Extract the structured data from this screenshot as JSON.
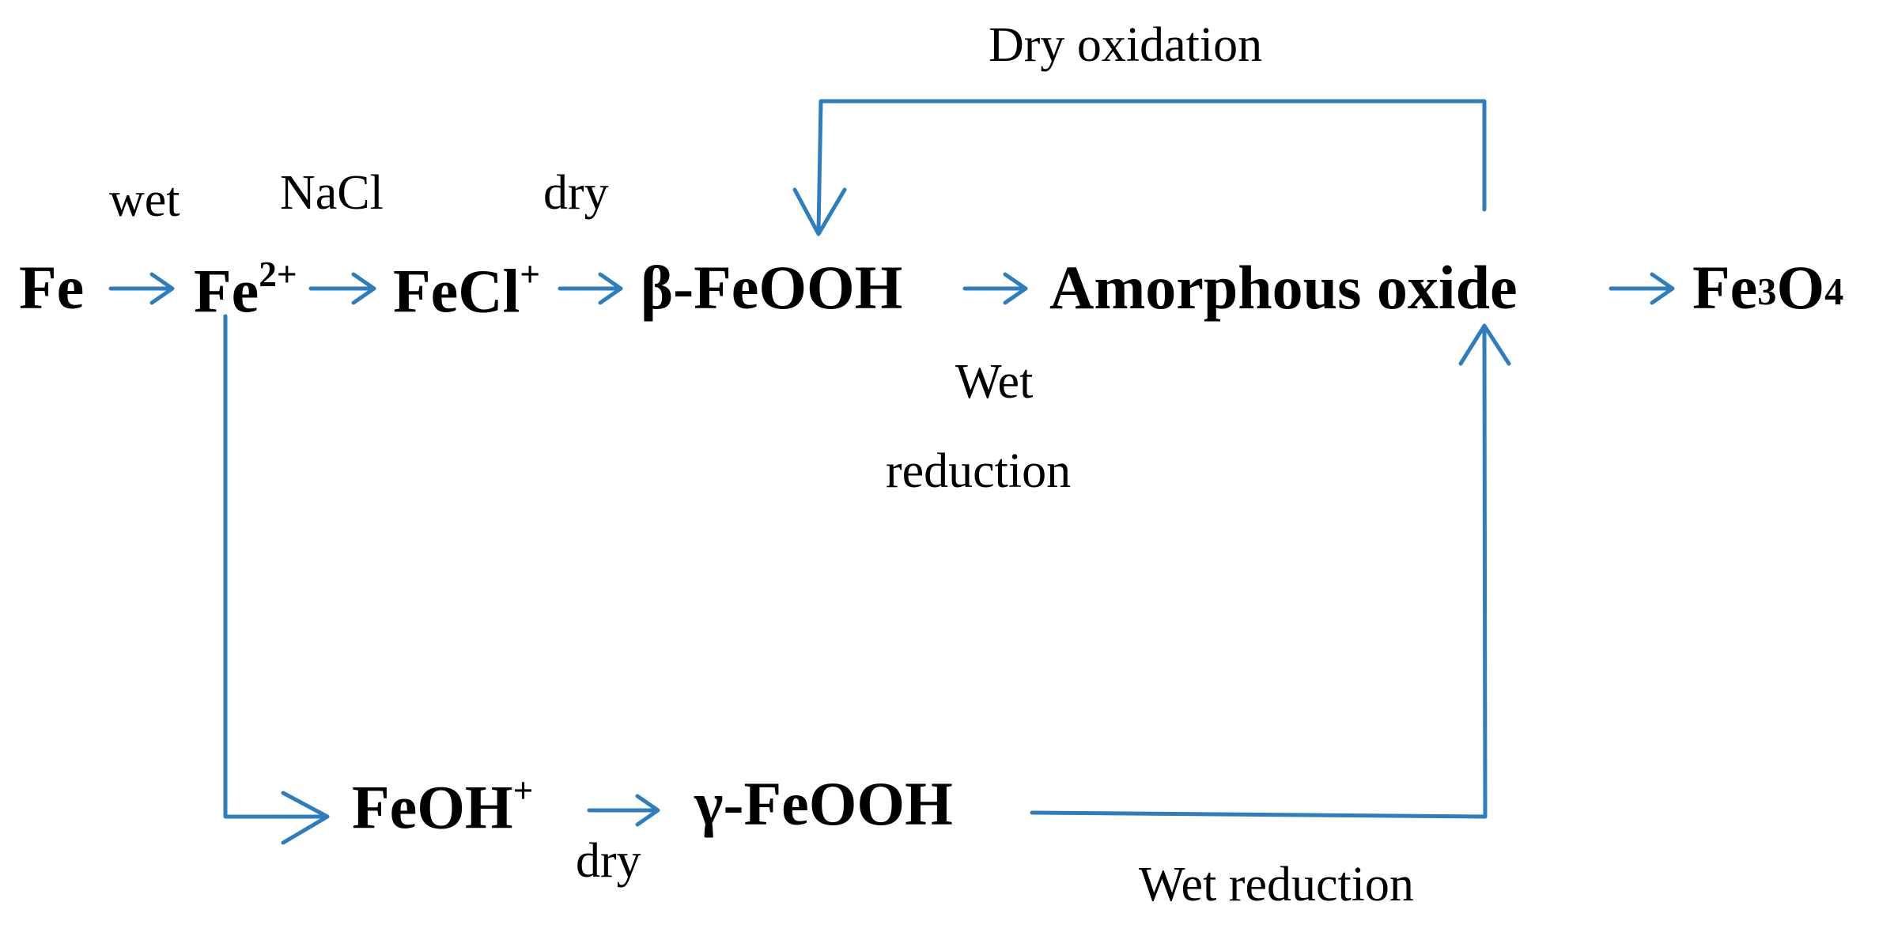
{
  "diagram": {
    "line_color": "#2e7dbf",
    "nodes": {
      "fe": {
        "text": "Fe"
      },
      "fe2": {
        "base": "Fe",
        "sup": "2+"
      },
      "fecl": {
        "base": "FeCl",
        "sup": "+"
      },
      "beta": {
        "text": "β-FeOOH"
      },
      "amorph": {
        "text": "Amorphous oxide"
      },
      "fe3o4": {
        "p1": "Fe",
        "s1": "3",
        "p2": "O",
        "s2": "4"
      },
      "feoh": {
        "base": "FeOH",
        "sup": "+"
      },
      "gamma": {
        "text": "γ-FeOOH"
      }
    },
    "labels": {
      "wet": "wet",
      "nacl": "NaCl",
      "dry_top": "dry",
      "dry_oxidation": "Dry oxidation",
      "wet_reduction_1": "Wet",
      "wet_reduction_2": "reduction",
      "dry_bottom": "dry",
      "wet_reduction_bottom": "Wet reduction"
    }
  }
}
